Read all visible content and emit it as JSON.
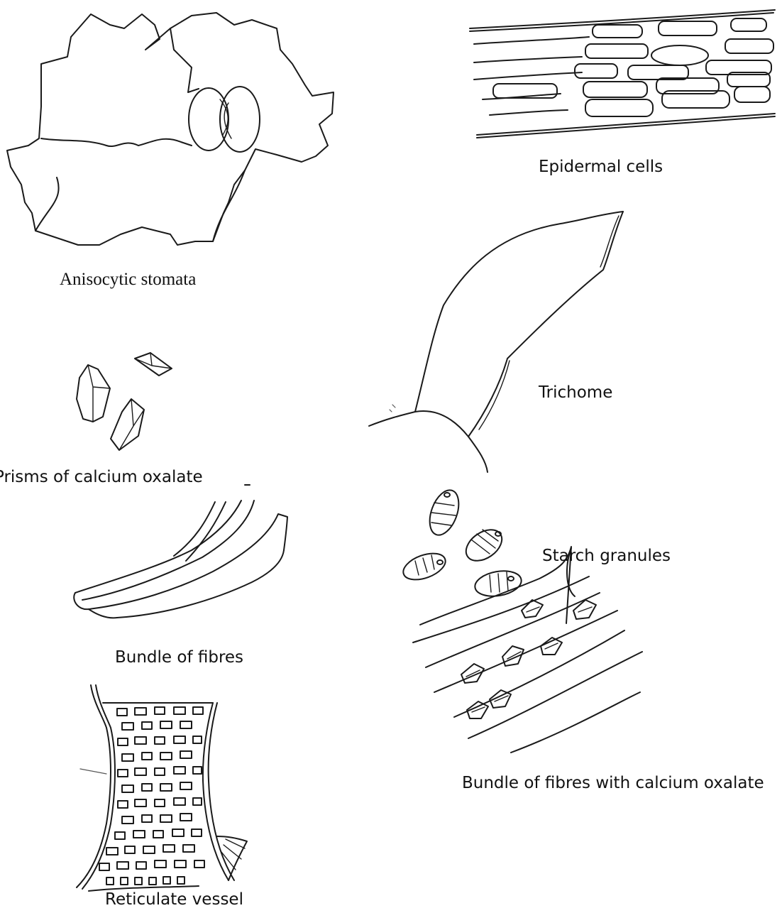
{
  "labels": {
    "epidermal_cells": "Epidermal cells",
    "anisocytic_stomata": "Anisocytic stomata",
    "trichome": "Trichome",
    "prisms": "Prisms of calcium oxalate",
    "starch": "Starch granules",
    "fibres": "Bundle of fibres",
    "fibres_oxalate": "Bundle of fibres with calcium oxalate",
    "vessel": "Reticulate vessel"
  }
}
